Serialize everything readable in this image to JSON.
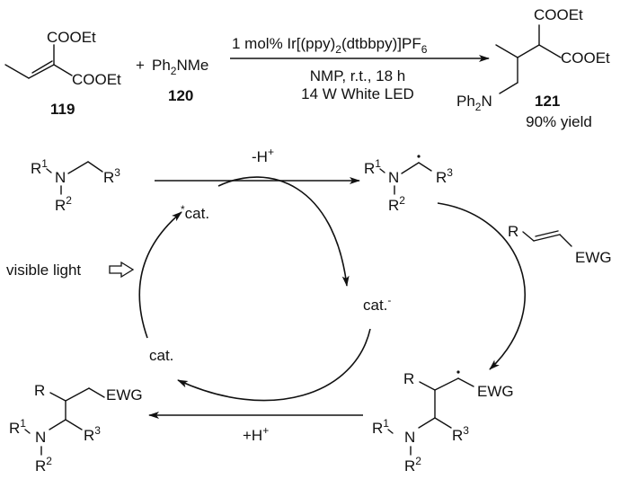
{
  "reaction": {
    "reactant_1": {
      "label": "119",
      "group_top": "COOEt",
      "group_bottom": "COOEt"
    },
    "plus": "+",
    "reactant_2": {
      "label": "120",
      "formula_a": "Ph",
      "formula_sub": "2",
      "formula_b": "NMe"
    },
    "conditions": {
      "catalyst_a": "1 mol% Ir[(ppy)",
      "catalyst_sub1": "2",
      "catalyst_b": "(dtbbpy)]PF",
      "catalyst_sub2": "6",
      "line2": "NMP, r.t., 18 h",
      "line3": "14 W White LED"
    },
    "product": {
      "label": "121",
      "yield": "90% yield",
      "group_top": "COOEt",
      "group_right": "COOEt",
      "amine_a": "Ph",
      "amine_sub": "2",
      "amine_b": "N"
    }
  },
  "cycle": {
    "step_top_label": "-H",
    "step_top_sup": "+",
    "step_bottom_label": "+H",
    "step_bottom_sup": "+",
    "excited_cat": {
      "star": "*",
      "label": "cat."
    },
    "reduced_cat": {
      "label": "cat.",
      "sup": "-"
    },
    "ground_cat": {
      "label": "cat."
    },
    "light": {
      "label": "visible light"
    }
  },
  "structures": {
    "amine": {
      "r1": "R",
      "r1_sup": "1",
      "n": "N",
      "r2": "R",
      "r2_sup": "2",
      "r3": "R",
      "r3_sup": "3"
    },
    "radical": {
      "r1": "R",
      "r1_sup": "1",
      "n": "N",
      "r2": "R",
      "r2_sup": "2",
      "r3": "R",
      "r3_sup": "3"
    },
    "alkene": {
      "r": "R",
      "ewg": "EWG"
    },
    "adduct_radical": {
      "r": "R",
      "ewg": "EWG",
      "r1": "R",
      "r1_sup": "1",
      "n": "N",
      "r2": "R",
      "r2_sup": "2",
      "r3": "R",
      "r3_sup": "3"
    },
    "final_product": {
      "r": "R",
      "ewg": "EWG",
      "r1": "R",
      "r1_sup": "1",
      "n": "N",
      "r2": "R",
      "r2_sup": "2",
      "r3": "R",
      "r3_sup": "3"
    }
  }
}
